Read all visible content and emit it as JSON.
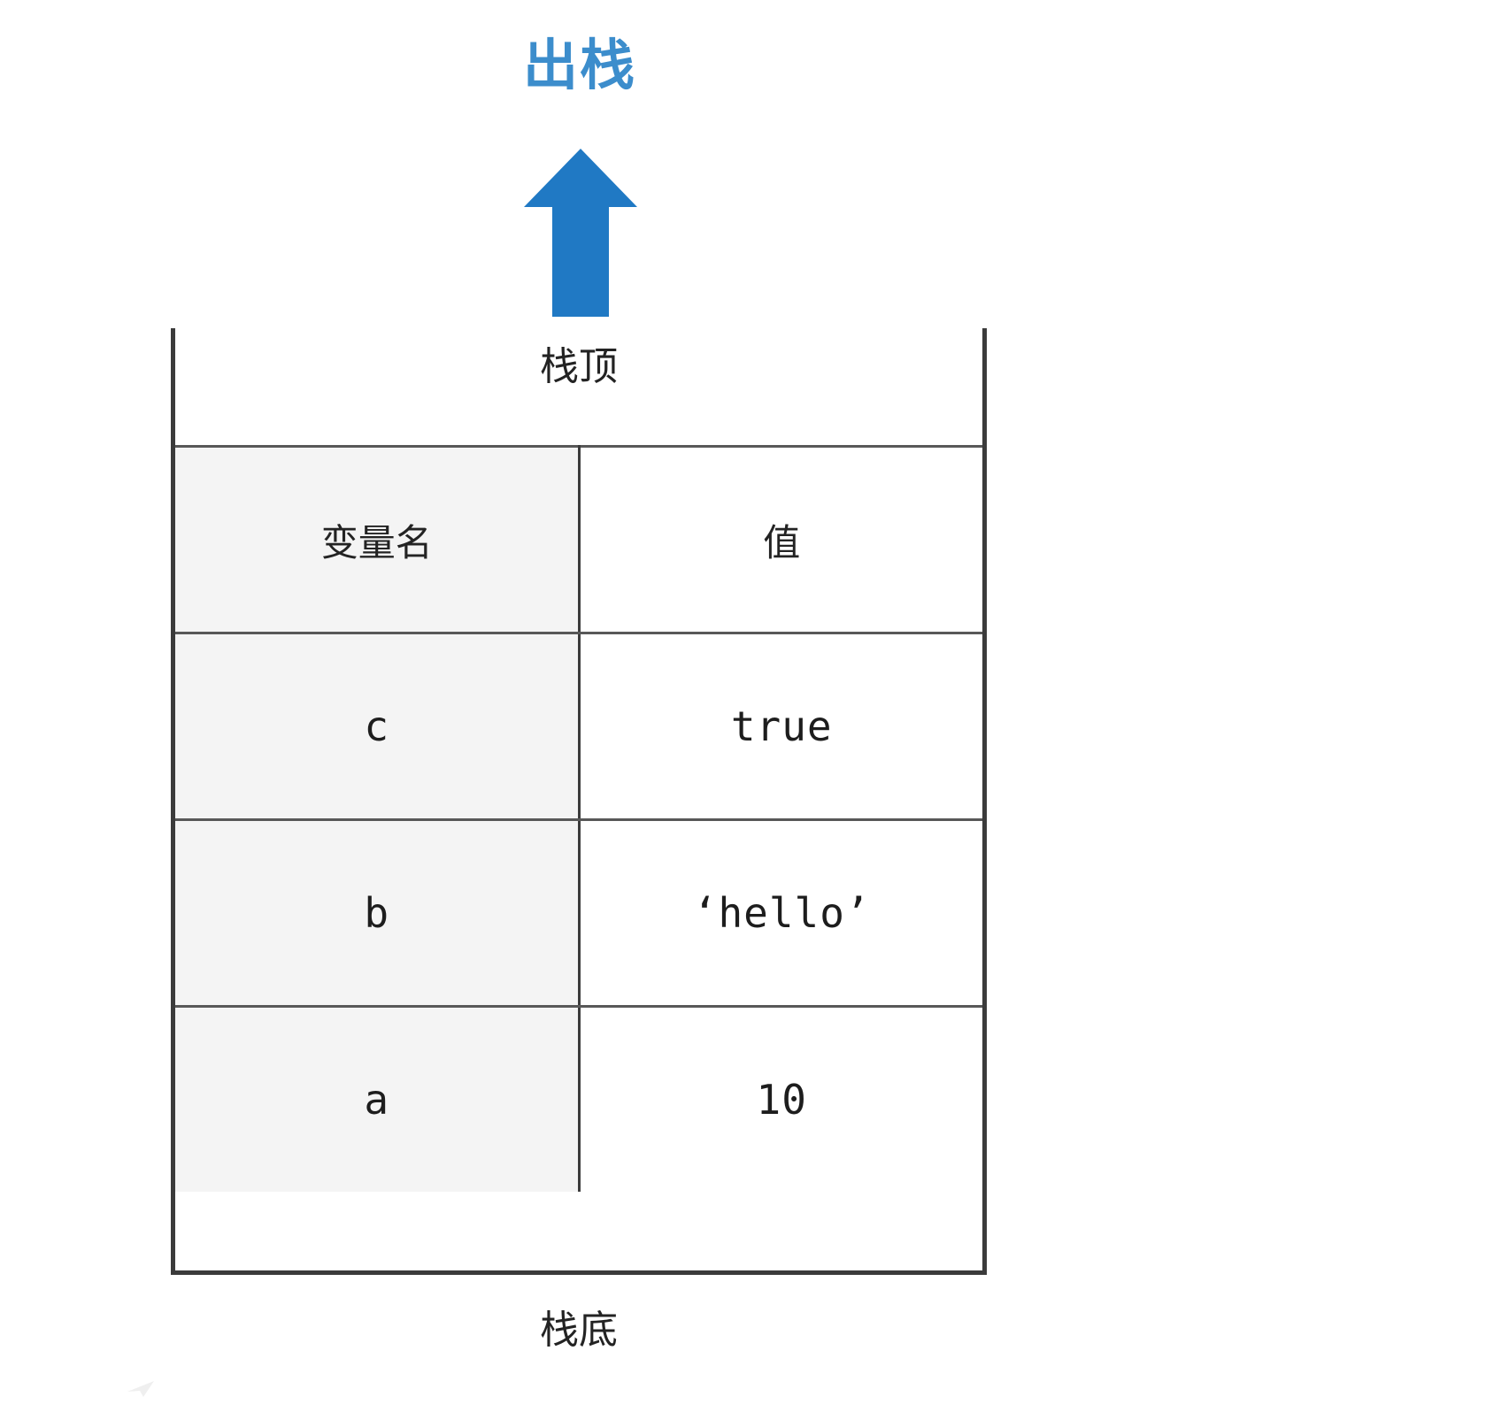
{
  "diagram": {
    "title": "出栈",
    "title_color": "#3c8dcc",
    "arrow": {
      "name": "pop-arrow",
      "direction": "up",
      "color": "#2079c4"
    },
    "stack": {
      "top_label": "栈顶",
      "bottom_label": "栈底",
      "border_color": "#3b3b3b",
      "name_column_bg": "#f4f4f4",
      "value_column_bg": "#ffffff",
      "headers": [
        "变量名",
        "值"
      ],
      "rows": [
        {
          "name": "c",
          "value": "true"
        },
        {
          "name": "b",
          "value": "‘hello’"
        },
        {
          "name": "a",
          "value": "10"
        }
      ]
    }
  }
}
